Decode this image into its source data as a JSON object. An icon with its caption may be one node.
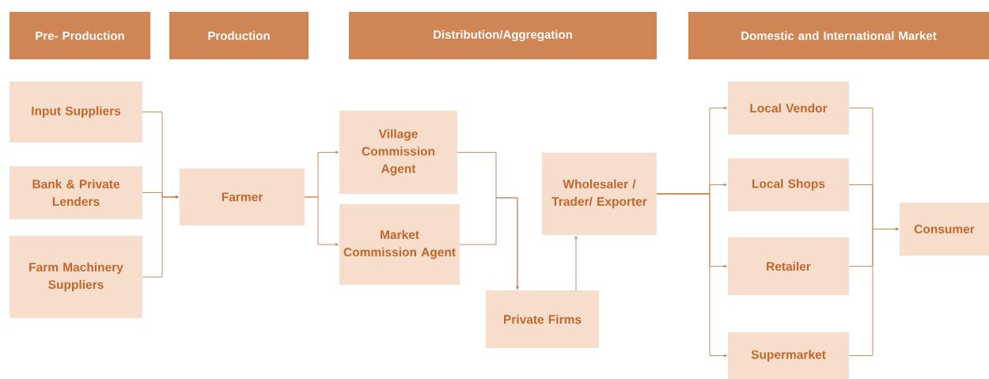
{
  "diagram": {
    "nodes": [
      {
        "text": [
          "Pre- Production"
        ]
      },
      {
        "text": [
          "Production"
        ]
      },
      {
        "text": [
          "Distribution/Aggregation"
        ]
      },
      {
        "text": [
          "Domestic and International Market"
        ]
      },
      {
        "text": [
          "Input Suppliers"
        ]
      },
      {
        "text": [
          "Bank & Private Lenders"
        ]
      },
      {
        "text": [
          "Farm Machinery Suppliers"
        ]
      },
      {
        "text": [
          "Farmer"
        ]
      },
      {
        "text": [
          "Village Commission Agent"
        ]
      },
      {
        "text": [
          "Market Commission Agent"
        ]
      },
      {
        "text": [
          "Private Firms"
        ]
      },
      {
        "text": [
          "Wholesaler / Trader/ Exporter"
        ]
      },
      {
        "text": [
          "Local Vendor"
        ]
      },
      {
        "text": [
          "Local Shops"
        ]
      },
      {
        "text": [
          "Retailer"
        ]
      },
      {
        "text": [
          "Supermarket"
        ]
      },
      {
        "text": [
          "Consumer"
        ]
      }
    ],
    "edges": [
      {
        "from": 4,
        "to": 7,
        "arrow": "to"
      },
      {
        "from": 5,
        "to": 7,
        "arrow": "to"
      },
      {
        "from": 6,
        "to": 7,
        "arrow": "to"
      },
      {
        "from": 7,
        "to": 8,
        "arrow": "to"
      },
      {
        "from": 7,
        "to": 9,
        "arrow": "to"
      },
      {
        "from": 8,
        "to": 10,
        "arrow": "to"
      },
      {
        "from": 9,
        "to": 10,
        "arrow": "to"
      },
      {
        "from": 10,
        "to": 11,
        "arrow": "to"
      },
      {
        "from": 11,
        "to": 12,
        "arrow": "to"
      },
      {
        "from": 11,
        "to": 13,
        "arrow": "to"
      },
      {
        "from": 11,
        "to": 14,
        "arrow": "to"
      },
      {
        "from": 11,
        "to": 15,
        "arrow": "to"
      },
      {
        "from": 12,
        "to": 16,
        "arrow": "to"
      },
      {
        "from": 13,
        "to": 16,
        "arrow": "to"
      },
      {
        "from": 14,
        "to": 16,
        "arrow": "to"
      },
      {
        "from": 15,
        "to": 16,
        "arrow": "to"
      }
    ]
  }
}
